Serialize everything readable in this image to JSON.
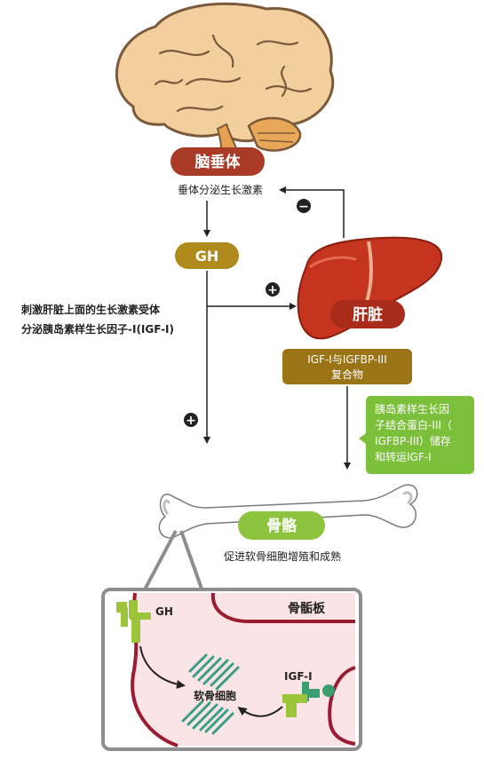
{
  "nodes": {
    "pituitary": "脑垂体",
    "gh": "GH",
    "liver": "肝脏",
    "igf_complex_line1": "IGF-I与IGFBP-III",
    "igf_complex_line2": "复合物",
    "bone": "骨骼",
    "growth_plate": "骨骺板"
  },
  "labels": {
    "pituitary_secretes": "垂体分泌生长激素",
    "stimulate_line1": "刺激肝脏上面的生长激素受体",
    "stimulate_line2": "分泌胰岛素样生长因子-I(IGF-I)",
    "bone_effect": "促进软骨细胞增殖和成熟",
    "igfbp_note_line1": "胰岛素样生长因",
    "igfbp_note_line2": "子结合蛋白-III（",
    "igfbp_note_line3": "IGFBP-III）储存",
    "igfbp_note_line4": "和转运IGF-I",
    "inset_gh": "GH",
    "inset_igf": "IGF-I",
    "chondrocytes": "软骨细胞"
  },
  "signs": {
    "negative": "−",
    "positive_liver": "+",
    "positive_bone": "+"
  },
  "colors": {
    "pituitary_red": "#a93a26",
    "gh_gold": "#b08a1d",
    "liver_red": "#c4341e",
    "complex_brown": "#9b7418",
    "note_green": "#7cbf3b",
    "bone_green": "#8cc43f",
    "inset_bg": "#fbe4e6",
    "inset_border": "#8e8e8e",
    "receptor_green": "#9cc43a",
    "igf_green": "#3a9e6e",
    "cartilage_teal": "#3a9e86"
  }
}
